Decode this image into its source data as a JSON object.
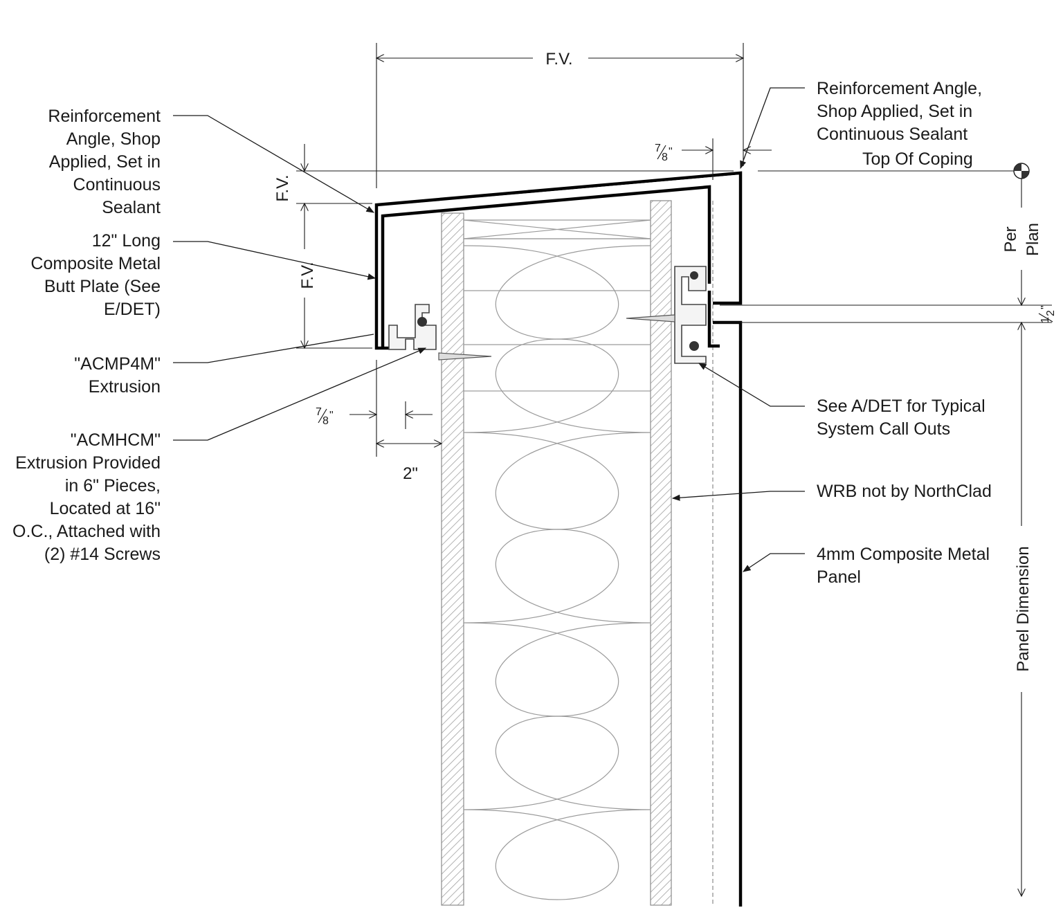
{
  "callouts_left": {
    "reinforcement_angle": [
      "Reinforcement",
      "Angle, Shop",
      "Applied,  Set in",
      "Continuous",
      "Sealant"
    ],
    "butt_plate": [
      "12\" Long",
      "Composite Metal",
      "Butt Plate (See",
      "E/DET)"
    ],
    "acmp4m": [
      "\"ACMP4M\"",
      "Extrusion"
    ],
    "acmhcm": [
      "\"ACMHCM\"",
      "Extrusion Provided",
      "in 6\" Pieces,",
      "Located at 16\"",
      "O.C., Attached with",
      "(2) #14 Screws"
    ]
  },
  "callouts_right": {
    "reinforcement_angle": [
      "Reinforcement Angle,",
      "Shop Applied,  Set in",
      "Continuous Sealant"
    ],
    "top_of_coping": "Top Of Coping",
    "see_a_det": [
      "See A/DET for Typical",
      "System Call Outs"
    ],
    "wrb": "WRB not by NorthClad",
    "panel": [
      "4mm Composite Metal",
      "Panel"
    ]
  },
  "dimensions": {
    "fv_top": "F.V.",
    "fv_left_upper": "F.V.",
    "fv_left_lower": "F.V.",
    "seven_eighths_top": {
      "whole": "7",
      "den": "8",
      "unit": "\""
    },
    "seven_eighths_bottom": {
      "whole": "7",
      "den": "8",
      "unit": "\""
    },
    "two_inch": "2\"",
    "per_plan": [
      "Per",
      "Plan"
    ],
    "half_inch": {
      "num": "1",
      "den": "2",
      "unit": "\""
    },
    "panel_dimension": "Panel Dimension"
  },
  "colors": {
    "ink": "#1a1a1a",
    "insulation": "#9a9a9a",
    "metal": "#000000"
  }
}
